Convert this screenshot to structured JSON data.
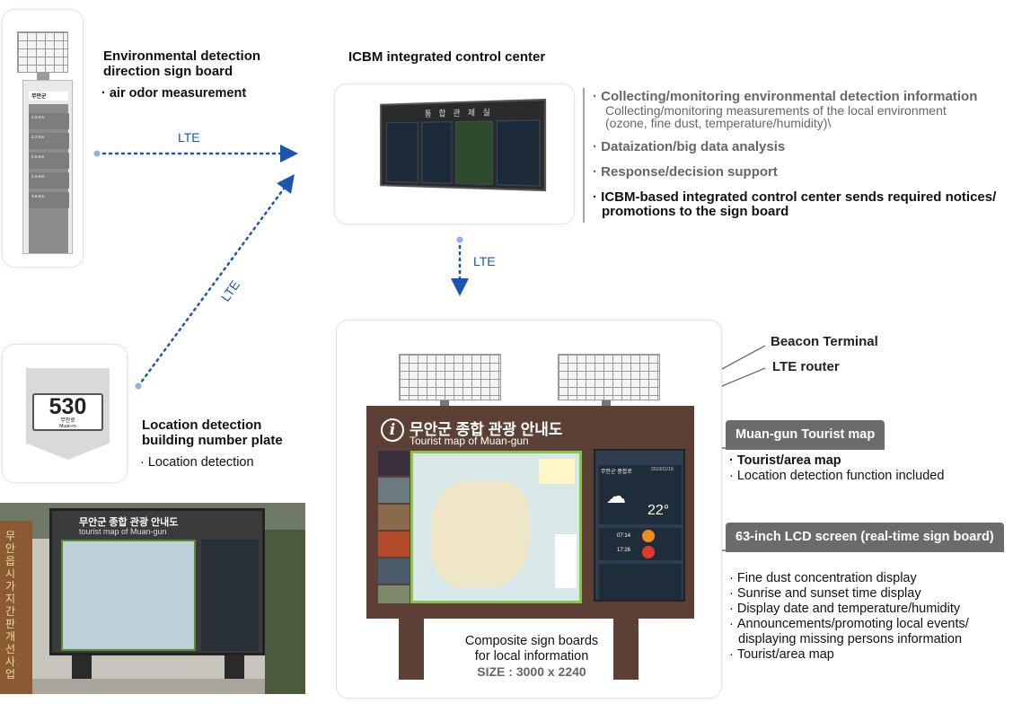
{
  "env_sign": {
    "title_line1": "Environmental detection",
    "title_line2": "direction sign board",
    "bullet": "air odor measurement",
    "header_text": "무안군",
    "rows": [
      "1.3 Km",
      "2.2 Km",
      "2.5 Km",
      "2.9 Km",
      "3.8 Km"
    ]
  },
  "control_center": {
    "title": "ICBM integrated control center",
    "screen_title": "통 합 관 제 실",
    "items": [
      {
        "head": "Collecting/monitoring environmental detection information",
        "sub1": "Collecting/monitoring measurements of the local environment",
        "sub2": "(ozone, fine dust, temperature/humidity)\\"
      },
      {
        "head": "Dataization/big data analysis"
      },
      {
        "head": "Response/decision support"
      },
      {
        "head1": "ICBM-based integrated control center sends required notices/",
        "head2": "promotions to the sign board"
      }
    ]
  },
  "links": {
    "lte1": "LTE",
    "lte2": "LTE",
    "lte3": "LTE"
  },
  "plate": {
    "number": "530",
    "road_kr": "무안로",
    "road_en": "Muan-ro",
    "title_line1": "Location detection",
    "title_line2": "building number plate",
    "bullet": "Location detection"
  },
  "board": {
    "heading_kr": "무안군 종합 관광 안내도",
    "heading_en": "Tourist map of Muan-gun",
    "caption1": "Composite sign boards",
    "caption2": "for local information",
    "size": "SIZE : 3000 x 2240",
    "lcd_header": "무안군 종합로",
    "lcd_date": "2019/11/19",
    "lcd_temp": "22°",
    "lcd_time1": "07:14",
    "lcd_time2": "17:26"
  },
  "callouts": {
    "beacon": "Beacon Terminal",
    "router": "LTE router"
  },
  "tourist_map": {
    "tag": "Muan-gun Tourist map",
    "bullets": [
      "Tourist/area map",
      "Location detection function included"
    ]
  },
  "lcd_section": {
    "tag": "63-inch LCD screen (real-time sign board)",
    "bullets": [
      "Fine dust concentration display",
      "Sunrise and sunset time display",
      "Display date and temperature/humidity",
      "Announcements/promoting local events/"
    ],
    "bullet_cont": "displaying missing persons information",
    "last": "Tourist/area map"
  },
  "photo": {
    "heading_kr": "무안군 종합 관광 안내도",
    "heading_en": "tourist map of Muan-gun",
    "side_text": "무안읍시가지간판개선사업"
  },
  "colors": {
    "accent_blue": "#1a56b0",
    "board_brown": "#5c3f35",
    "tag_grey": "#6b6b6b",
    "map_green": "#8bc34a"
  }
}
